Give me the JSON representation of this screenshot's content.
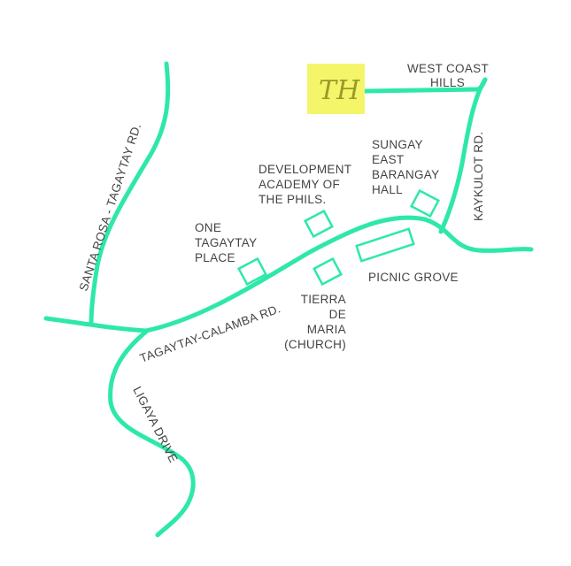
{
  "map": {
    "road_color": "#2ee8a8",
    "logo": {
      "text": "TH",
      "background": "#f5f56a"
    },
    "roads": {
      "santa_rosa": "SANTA ROSA - TAGAYTAY RD.",
      "tagaytay_calamba": "TAGAYTAY-CALAMBA RD.",
      "ligaya": "LIGAYA DRIVE",
      "kaykulot": "KAYKULOT RD."
    },
    "landmarks": {
      "west_coast": [
        "WEST COAST",
        "HILLS"
      ],
      "sungay": [
        "SUNGAY",
        "EAST",
        "BARANGAY",
        "HALL"
      ],
      "dap": [
        "DEVELOPMENT",
        "ACADEMY OF",
        "THE PHILS."
      ],
      "one_tagaytay": [
        "ONE",
        "TAGAYTAY",
        "PLACE"
      ],
      "tierra": [
        "TIERRA",
        "DE",
        "MARIA",
        "(CHURCH)"
      ],
      "picnic": "PICNIC GROVE"
    }
  }
}
